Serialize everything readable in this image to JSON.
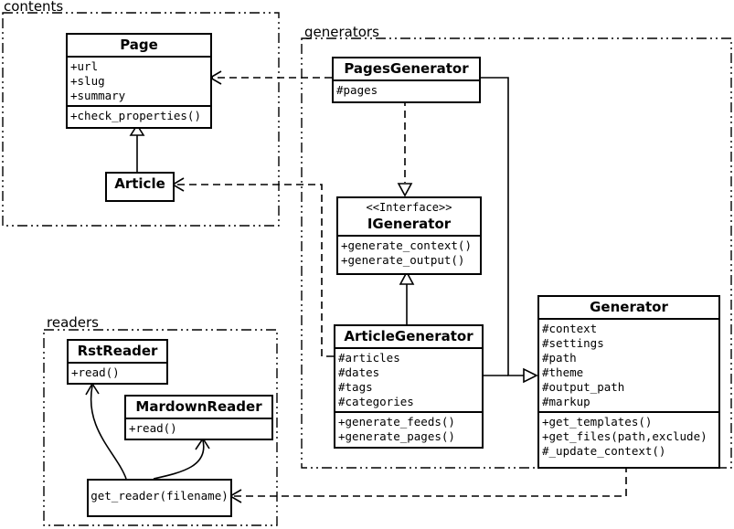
{
  "diagram": {
    "packages": {
      "contents": {
        "label": "contents"
      },
      "generators": {
        "label": "generators"
      },
      "readers": {
        "label": "readers"
      }
    },
    "classes": {
      "page": {
        "title": "Page",
        "attributes": [
          "+url",
          "+slug",
          "+summary"
        ],
        "methods": [
          "+check_properties()"
        ]
      },
      "article": {
        "title": "Article"
      },
      "pages_generator": {
        "title": "PagesGenerator",
        "attributes": [
          "#pages"
        ]
      },
      "igenerator": {
        "stereotype": "<<Interface>>",
        "title": "IGenerator",
        "methods": [
          "+generate_context()",
          "+generate_output()"
        ]
      },
      "article_generator": {
        "title": "ArticleGenerator",
        "attributes": [
          "#articles",
          "#dates",
          "#tags",
          "#categories"
        ],
        "methods": [
          "+generate_feeds()",
          "+generate_pages()"
        ]
      },
      "generator": {
        "title": "Generator",
        "attributes": [
          "#context",
          "#settings",
          "#path",
          "#theme",
          "#output_path",
          "#markup"
        ],
        "methods": [
          "+get_templates()",
          "+get_files(path,exclude)",
          "#_update_context()"
        ]
      },
      "rst_reader": {
        "title": "RstReader",
        "methods": [
          "+read()"
        ]
      },
      "mardown_reader": {
        "title": "MardownReader",
        "methods": [
          "+read()"
        ]
      },
      "get_reader": {
        "title": "get_reader(filename)"
      }
    },
    "relationships": [
      {
        "from": "Article",
        "to": "Page",
        "type": "generalization"
      },
      {
        "from": "PagesGenerator",
        "to": "Page",
        "type": "dependency"
      },
      {
        "from": "PagesGenerator",
        "to": "IGenerator",
        "type": "realization"
      },
      {
        "from": "ArticleGenerator",
        "to": "IGenerator",
        "type": "realization"
      },
      {
        "from": "ArticleGenerator",
        "to": "Article",
        "type": "dependency"
      },
      {
        "from": "PagesGenerator",
        "to": "Generator",
        "type": "generalization"
      },
      {
        "from": "ArticleGenerator",
        "to": "Generator",
        "type": "generalization"
      },
      {
        "from": "get_reader(filename)",
        "to": "RstReader",
        "type": "arrow"
      },
      {
        "from": "get_reader(filename)",
        "to": "MardownReader",
        "type": "arrow"
      },
      {
        "from": "Generator",
        "to": "get_reader(filename)",
        "type": "dependency"
      }
    ]
  }
}
